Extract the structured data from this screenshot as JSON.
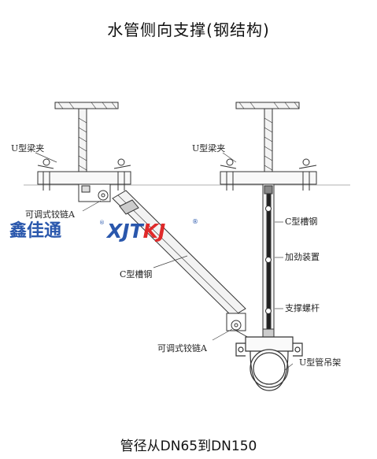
{
  "title": "水管侧向支撑(钢结构)",
  "caption": "管径从DN65到DN150",
  "labels": {
    "u_clamp_left": "U型梁夹",
    "u_clamp_right": "U型梁夹",
    "hinge_a_top": "可调式铰链A",
    "c_channel_left": "C型槽钢",
    "hinge_a_bottom": "可调式铰链A",
    "c_channel_right": "C型槽钢",
    "stiffener": "加劲装置",
    "support_rod": "支撑螺杆",
    "u_pipe_hanger": "U型管吊架"
  },
  "logo": {
    "cn": "鑫佳通",
    "en_part1": "XJT",
    "en_part2": "KJ",
    "registered": "®"
  },
  "colors": {
    "logo_blue": "#1f4fa8",
    "logo_red": "#e02020",
    "line": "#333333"
  }
}
